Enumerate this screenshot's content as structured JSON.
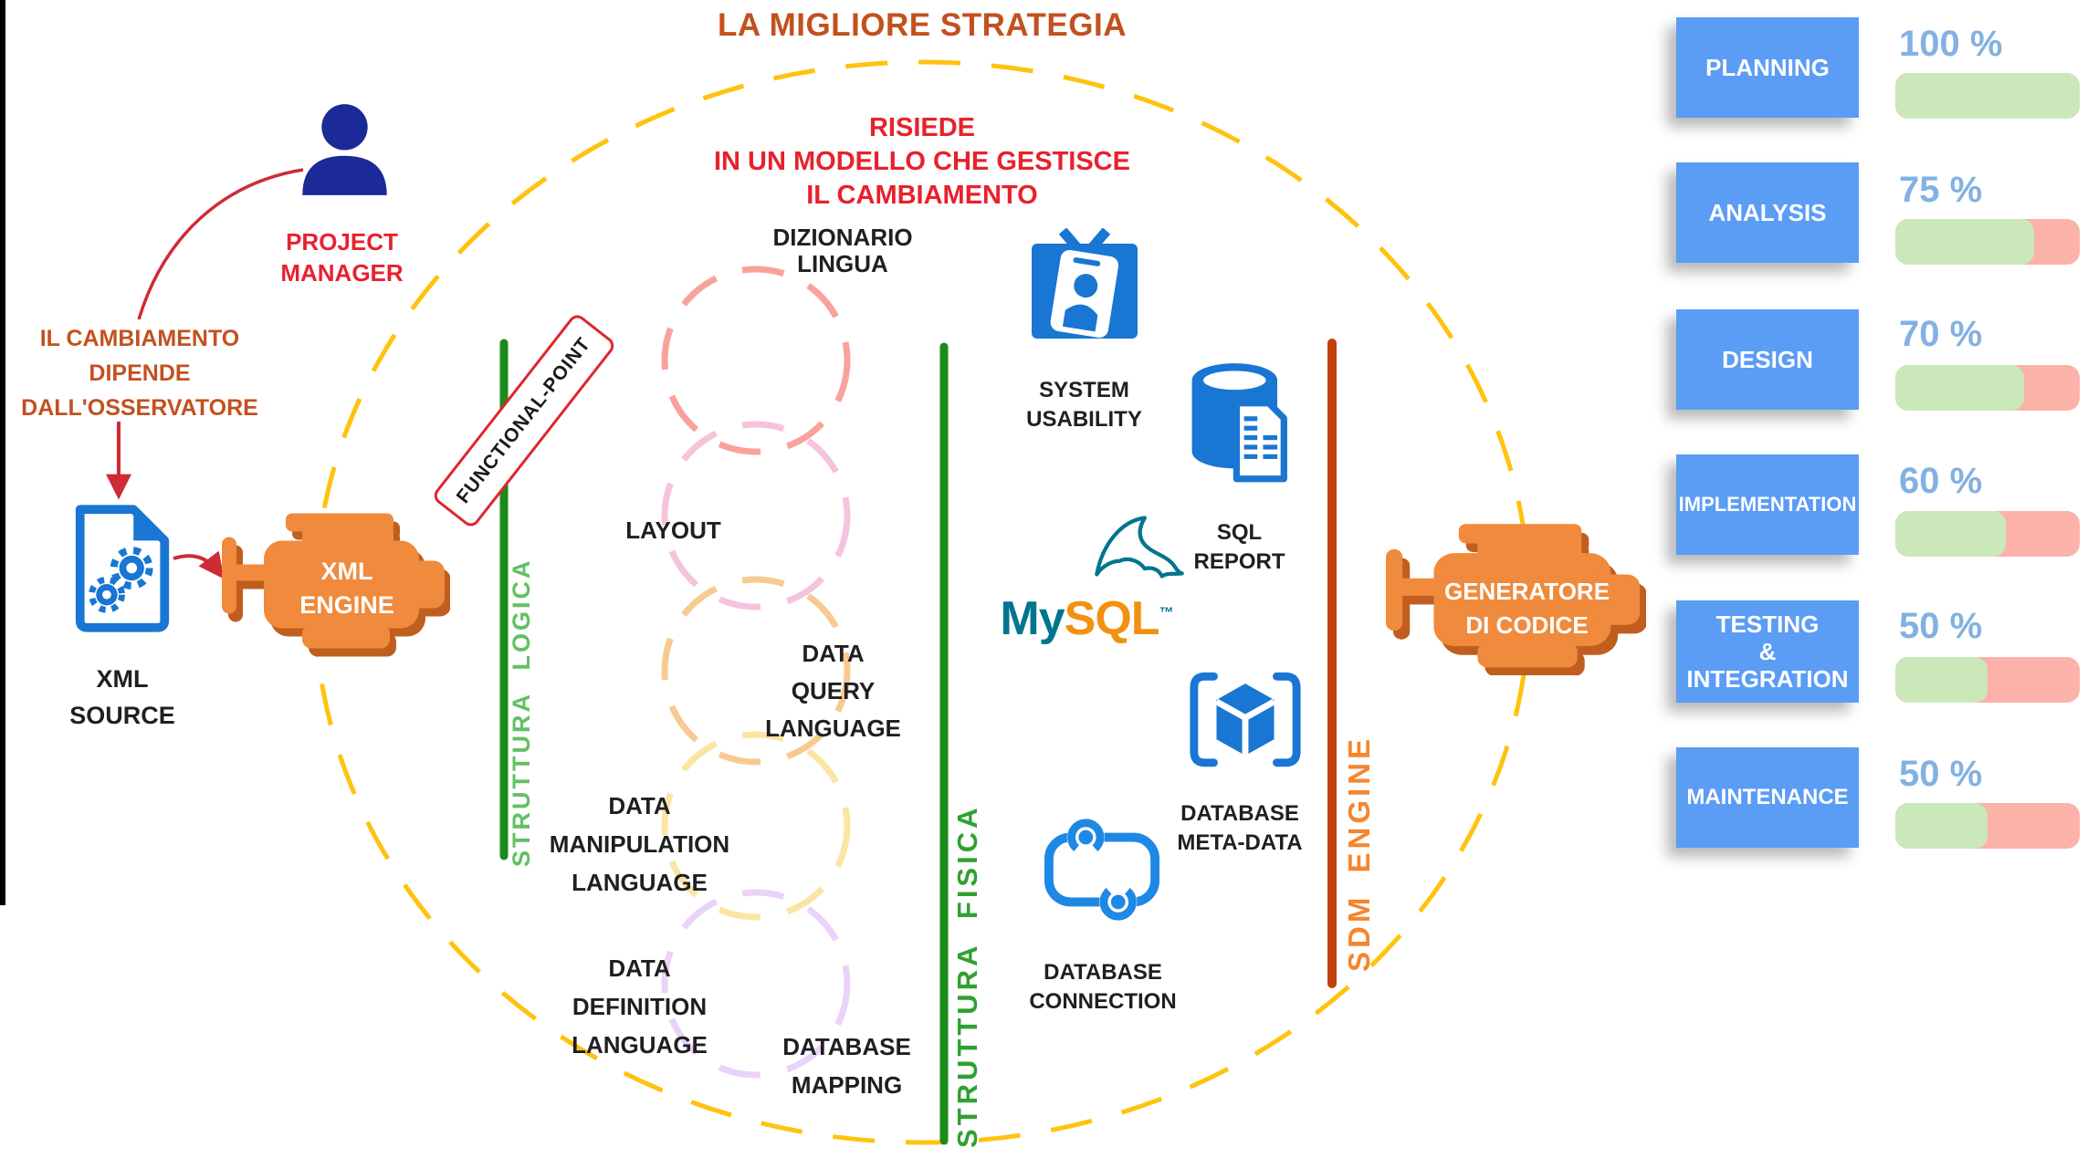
{
  "title": "LA MIGLIORE STRATEGIA",
  "subtitle": {
    "line1": "RISIEDE",
    "line2": "IN UN MODELLO CHE GESTISCE",
    "line3": "IL CAMBIAMENTO"
  },
  "left": {
    "project_manager": {
      "line1": "PROJECT",
      "line2": "MANAGER"
    },
    "observer_note": {
      "line1": "IL CAMBIAMENTO",
      "line2": "DIPENDE",
      "line3": "DALL'OSSERVATORE"
    },
    "xml_source": {
      "line1": "XML",
      "line2": "SOURCE"
    },
    "xml_engine": {
      "line1": "XML",
      "line2": "ENGINE"
    }
  },
  "stamp": {
    "label": "FUNCTIONAL-POINT"
  },
  "dividers": {
    "logical": "STRUTTURA LOGICA",
    "physical": "STRUTTURA FISICA",
    "sdm": "SDM ENGINE"
  },
  "logical_items": {
    "dizionario": {
      "line1": "DIZIONARIO",
      "line2": "LINGUA"
    },
    "layout": {
      "line1": "LAYOUT"
    },
    "dql": {
      "line1": "DATA",
      "line2": "QUERY",
      "line3": "LANGUAGE"
    },
    "dml": {
      "line1": "DATA",
      "line2": "MANIPULATION",
      "line3": "LANGUAGE"
    },
    "ddl": {
      "line1": "DATA",
      "line2": "DEFINITION",
      "line3": "LANGUAGE"
    },
    "dbmap": {
      "line1": "DATABASE",
      "line2": "MAPPING"
    }
  },
  "physical_items": {
    "system_usability": {
      "line1": "SYSTEM",
      "line2": "USABILITY"
    },
    "sql_report": {
      "line1": "SQL",
      "line2": "REPORT"
    },
    "mysql": {
      "part1": "My",
      "part2": "SQL",
      "tm": "™"
    },
    "db_metadata": {
      "line1": "DATABASE",
      "line2": "META-DATA"
    },
    "db_connection": {
      "line1": "DATABASE",
      "line2": "CONNECTION"
    }
  },
  "generator": {
    "line1": "GENERATORE",
    "line2": "DI CODICE"
  },
  "progress": {
    "rows": [
      {
        "label": "PLANNING",
        "percent": 100,
        "percent_label": "100 %"
      },
      {
        "label": "ANALYSIS",
        "percent": 75,
        "percent_label": "75 %"
      },
      {
        "label": "DESIGN",
        "percent": 70,
        "percent_label": "70 %"
      },
      {
        "label": "IMPLEMENTATION",
        "percent": 60,
        "percent_label": "60 %"
      },
      {
        "label": "TESTING & INTEGRATION",
        "label_line1": "TESTING",
        "label_line2": "&",
        "label_line3": "INTEGRATION",
        "percent": 50,
        "percent_label": "50 %"
      },
      {
        "label": "MAINTENANCE",
        "percent": 50,
        "percent_label": "50 %"
      }
    ]
  },
  "colors": {
    "title_orange": "#C2511F",
    "subtitle_red": "#E8212E",
    "engine_orange": "#F08A3C",
    "engine_shadow": "#BF5E1F",
    "divider_green": "#1B8A1B",
    "logical_green": "#63C063",
    "physical_green": "#2FA12F",
    "sdm_line": "#C2410C",
    "sdm_text": "#F5862F",
    "dashed_ring": "#FFC30F",
    "circle_dizionario": "#F9A29B",
    "circle_layout": "#F6C3DD",
    "circle_dql": "#F8CA92",
    "circle_dml": "#FBE5A3",
    "circle_ddl": "#EAD2F8",
    "icon_blue": "#1976D2",
    "mysql_teal": "#00758F",
    "mysql_orange": "#F29111",
    "card_blue": "#5B9CF5",
    "percent_blue": "#82B1E2",
    "bar_green": "#CBE8BA",
    "bar_red": "#FBB3A9",
    "arrow_red": "#CE2B37",
    "person_navy": "#1B2A96"
  }
}
